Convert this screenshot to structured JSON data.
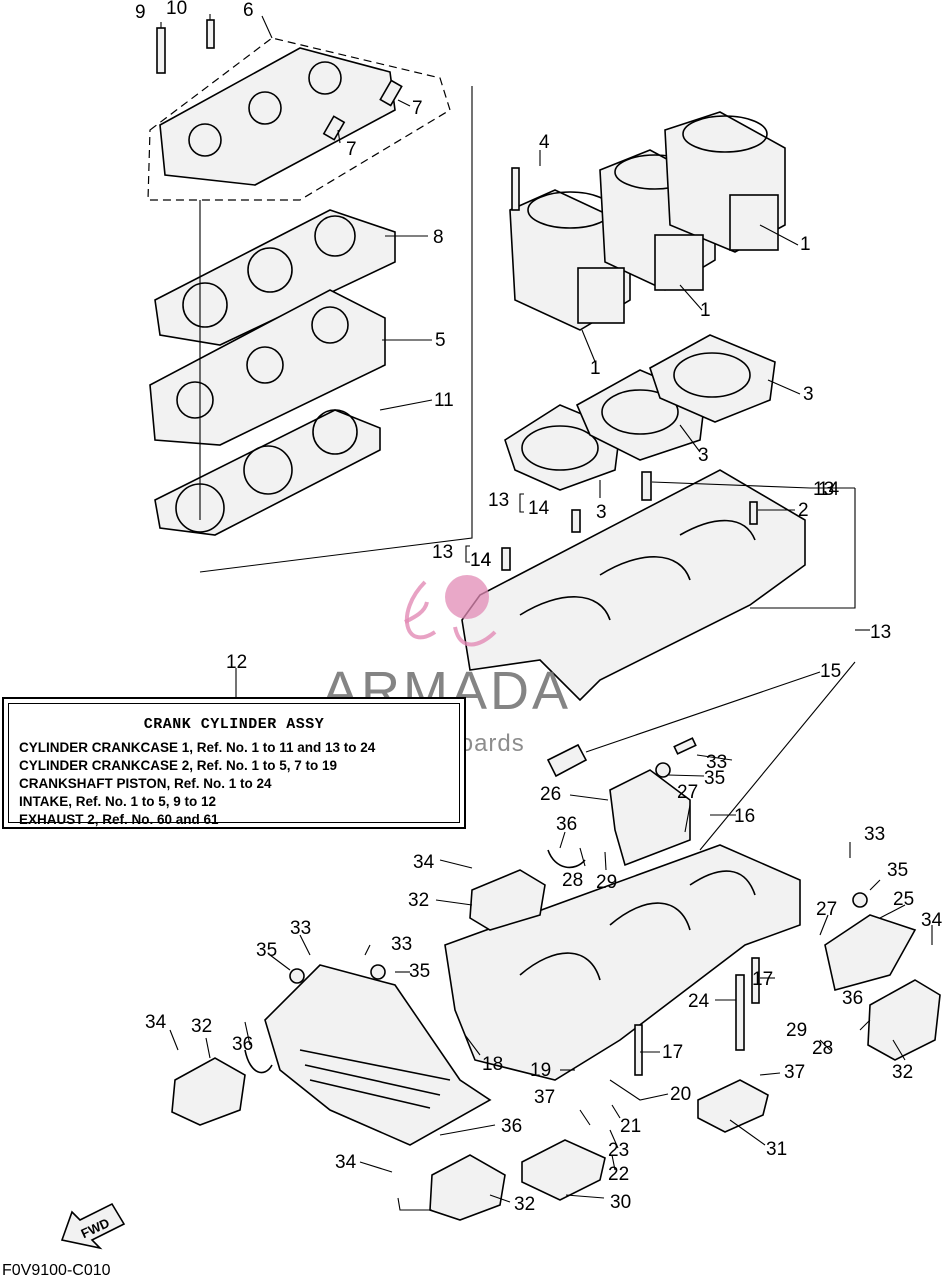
{
  "callouts": [
    "1",
    "1",
    "1",
    "2",
    "3",
    "3",
    "3",
    "4",
    "5",
    "6",
    "7",
    "7",
    "8",
    "9",
    "10",
    "11",
    "12",
    "13",
    "13",
    "13",
    "13",
    "14",
    "14",
    "14",
    "14",
    "15",
    "16",
    "17",
    "17",
    "18",
    "19",
    "20",
    "21",
    "22",
    "23",
    "24",
    "25",
    "26",
    "27",
    "27",
    "28",
    "28",
    "29",
    "29",
    "30",
    "31",
    "32",
    "32",
    "32",
    "32",
    "33",
    "33",
    "33",
    "33",
    "34",
    "34",
    "34",
    "34",
    "35",
    "35",
    "35",
    "35",
    "36",
    "36",
    "36",
    "36",
    "37",
    "37"
  ],
  "legend": {
    "title": "CRANK CYLINDER ASSY",
    "rows": [
      "CYLINDER CRANKCASE 1,  Ref. No. 1 to 11 and 13 to 24",
      "CYLINDER CRANKCASE 2,  Ref. No. 1 to 5, 7 to 19",
      "CRANKSHAFT PISTON,  Ref. No. 1 to 24",
      "INTAKE,              Ref. No. 1 to 5, 9 to 12",
      "EXHAUST 2,  Ref. No. 60 and 61"
    ]
  },
  "watermark": {
    "brand": "ARMADA",
    "tagline": "marine outboards",
    "color": "#e28bb5"
  },
  "fwd_label": "FWD",
  "diagram_code": "F0V9100-C010"
}
